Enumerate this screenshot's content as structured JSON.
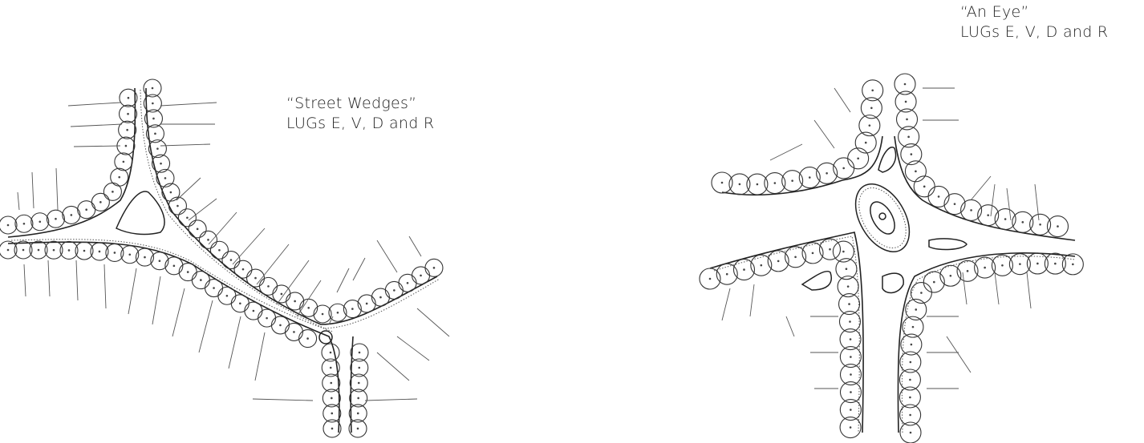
{
  "captions": {
    "left": {
      "title": "“Street Wedges”",
      "subtitle": "LUGs E, V, D and R"
    },
    "right": {
      "title": "“An Eye”",
      "subtitle": "LUGs E, V, D and R"
    }
  },
  "colors": {
    "ink": "#222222",
    "background": "#ffffff"
  }
}
